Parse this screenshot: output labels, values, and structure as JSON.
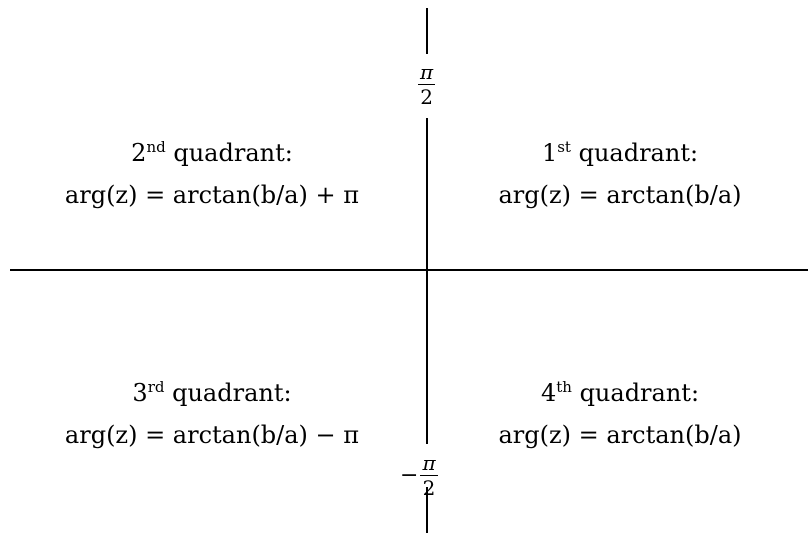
{
  "axis": {
    "top_label": {
      "numerator": "π",
      "denominator": "2",
      "sign": ""
    },
    "bottom_label": {
      "numerator": "π",
      "denominator": "2",
      "sign": "−"
    }
  },
  "quadrants": {
    "q2": {
      "ordinal": "2",
      "suffix": "nd",
      "word": " quadrant:",
      "formula": "arg(z) = arctan(b/a) + π"
    },
    "q1": {
      "ordinal": "1",
      "suffix": "st",
      "word": " quadrant:",
      "formula": "arg(z) = arctan(b/a)"
    },
    "q3": {
      "ordinal": "3",
      "suffix": "rd",
      "word": " quadrant:",
      "formula": "arg(z) = arctan(b/a) − π"
    },
    "q4": {
      "ordinal": "4",
      "suffix": "th",
      "word": " quadrant:",
      "formula": "arg(z) = arctan(b/a)"
    }
  }
}
